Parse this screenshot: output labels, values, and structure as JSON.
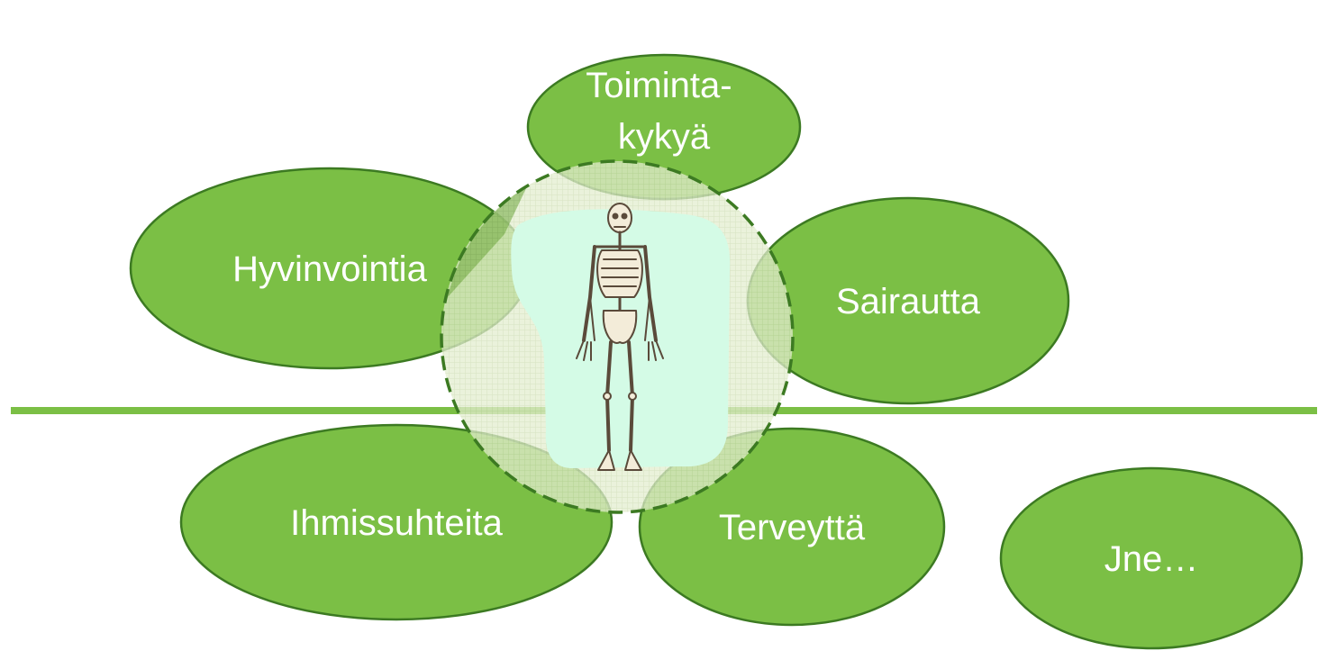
{
  "colors": {
    "bubble_fill": "#7bbf45",
    "bubble_stroke": "#3c7a22",
    "divider_line": "#7bbf45",
    "center_circle_fill": "#e6efd2",
    "center_circle_stroke": "#3c7a22",
    "inner_blob_fill": "#d4fbe6",
    "background": "#ffffff"
  },
  "center": {
    "figure_icon": "human-skeleton-icon"
  },
  "bubbles": [
    {
      "id": "toimintakykya",
      "lines": [
        "Toiminta-",
        "kykyä"
      ]
    },
    {
      "id": "hyvinvointia",
      "lines": [
        "Hyvinvointia"
      ]
    },
    {
      "id": "sairautta",
      "lines": [
        "Sairautta"
      ]
    },
    {
      "id": "ihmissuhteita",
      "lines": [
        "Ihmissuhteita"
      ]
    },
    {
      "id": "terveytta",
      "lines": [
        "Terveyttä"
      ]
    },
    {
      "id": "jne",
      "lines": [
        "Jne…"
      ]
    }
  ]
}
